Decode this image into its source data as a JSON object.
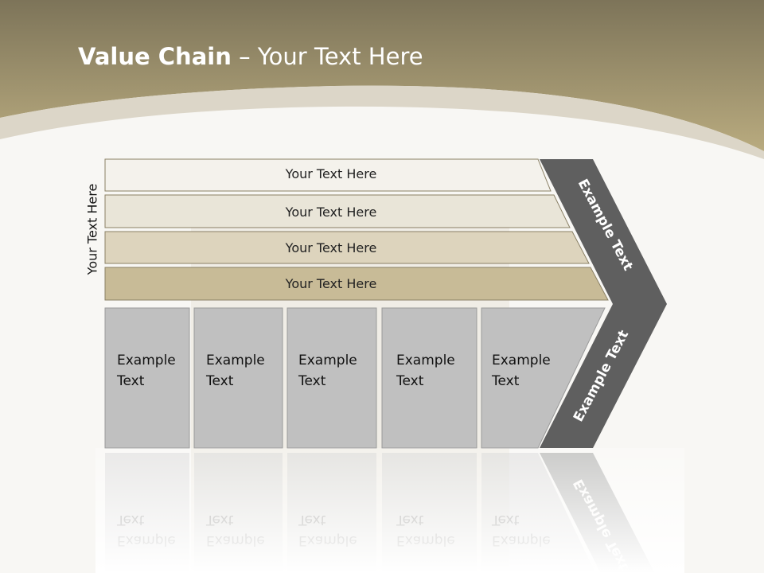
{
  "title": {
    "bold": "Value Chain",
    "rest": " – Your Text Here"
  },
  "side_label": "Your Text Here",
  "bars": [
    "Your Text Here",
    "Your Text Here",
    "Your Text Here",
    "Your Text Here"
  ],
  "cells": [
    {
      "line1": "Example",
      "line2": "Text"
    },
    {
      "line1": "Example",
      "line2": "Text"
    },
    {
      "line1": "Example",
      "line2": "Text"
    },
    {
      "line1": "Example",
      "line2": "Text"
    },
    {
      "line1": "Example",
      "line2": "Text"
    }
  ],
  "chevron": {
    "upper": "Example Text",
    "lower": "Example Text"
  },
  "colors": {
    "header_top": "#7d7459",
    "header_bottom": "#b6a77a",
    "bar_fills": [
      "#f4f2ec",
      "#e9e5d8",
      "#ddd4bd",
      "#c8bb97"
    ],
    "cell_fill": "#c0c0c0",
    "chevron_fill": "#5f5f5f"
  }
}
